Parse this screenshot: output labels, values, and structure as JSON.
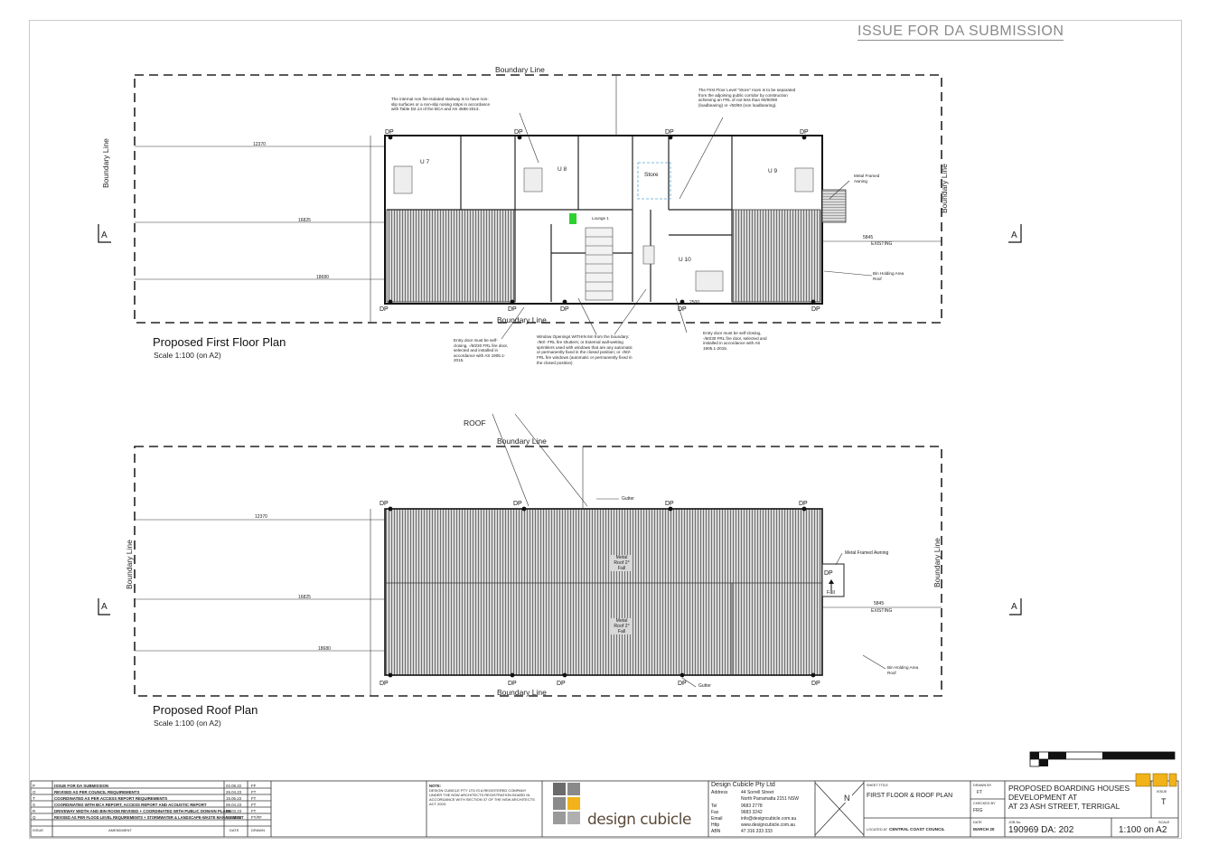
{
  "issue_stamp": "ISSUE FOR DA SUBMISSION",
  "first_floor": {
    "title": "Proposed First Floor Plan",
    "scale": "Scale 1:100 (on A2)",
    "boundary_top": "Boundary Line",
    "boundary_bottom": "Boundary Line",
    "boundary_left": "Boundary Line",
    "boundary_right": "Boundary Line",
    "section_marker": "A",
    "dims": [
      "12370",
      "16825",
      "18680",
      "2500",
      "5845",
      "EXISTING"
    ],
    "units": [
      "U 7",
      "U 8",
      "U 9",
      "U 10",
      "Store",
      "Lounge 1"
    ],
    "notes": {
      "stair": "The internal non fire-isolated stairway is to have non-slip surfaces or a non-slip nosing strips in accordance with Table D2.14 of the BCA and AS 4586-2013.",
      "store": "The First Floor Level \"Store\" room is to be separated from the adjoining public corridor by construction achieving an FRL of not less than 90/90/90 (loadbearing) or -/60/60 (non loadbearing).",
      "awning": "Metal Framed Awning",
      "bin": "Bin Holding Area Roof",
      "entry_left": "Entry door must be self-closing, -/60/30 FRL fire door, selected and installed in accordance with AS 1905.1-2015.",
      "windows": "Window Openings WITHIN 6m from the boundary: -/60/- FRL fire shutters; or External wall-wetting sprinklers used with windows that are any automatic or permanently fixed in the closed position; or -/60/- FRL fire windows (automatic or permanently fixed in the closed position)",
      "entry_right": "Entry door must be self-closing, -/60/30 FRL fire door, selected and installed in accordance with AS 1905.1-2015."
    }
  },
  "roof": {
    "title": "Proposed Roof Plan",
    "scale": "Scale 1:100 (on A2)",
    "boundary_top": "Boundary Line",
    "boundary_bottom": "Boundary Line",
    "boundary_left": "Boundary Line",
    "boundary_right": "Boundary Line",
    "roof_note": "ROOF",
    "metal_roof_upper": "Metal Roof 2° Fall",
    "metal_roof_lower": "Metal Roof 2° Fall",
    "gutter": "Gutter",
    "awning": "Metal Framed Awning",
    "bin": "Bin Holding Area Roof",
    "fall": "Fall",
    "dims": [
      "12370",
      "16825",
      "18680",
      "5845",
      "EXISTING"
    ]
  },
  "title_block": {
    "revisions": [
      {
        "rev": "P",
        "desc": "ISSUE FOR DA SUBMISSION",
        "date": "02.08.22",
        "by": "FF"
      },
      {
        "rev": "O",
        "desc": "REVISED AS PER COUNCIL REQUIREMENTS",
        "date": "26.04.23",
        "by": "FT"
      },
      {
        "rev": "T",
        "desc": "COORDINATED AS PER ACCESS REPORT REQUIREMENTS",
        "date": "15.06.23",
        "by": "FT"
      },
      {
        "rev": "S",
        "desc": "COORDINATED WITH BCA REPORT, ACCESS REPORT AND ACOUSTIC REPORT",
        "date": "06.04.23",
        "by": "FT"
      },
      {
        "rev": "R",
        "desc": "DRIVEWAY WIDTH AND BIN ROOM REVISED + COORDINATED WITH PUBLIC DOMAIN PLANS",
        "date": "09.03.23",
        "by": "FT"
      },
      {
        "rev": "Q",
        "desc": "REVISED AS PER FLOOD LEVEL REQUIREMENTS + STORMWATER & LANDSCAPE-WASTE MANAGEMENT",
        "date": "03.12.22",
        "by": "FT/FF"
      }
    ],
    "rev_headers": [
      "ISSUE",
      "AMENDMENT",
      "DATE",
      "DRAWN"
    ],
    "note_label": "NOTE:",
    "note_text": "DESIGN CUBICLE PTY LTD IS A REGISTERED COMPANY UNDER THE NSW ARCHITECTS REGISTRATION BOARD IN ACCORDANCE WITH SECTION 37 OF THE NSW ARCHITECTS ACT 2003.",
    "logo_text": "design cubicle",
    "company": "Design Cubicle Pty Ltd",
    "address_label": "Address",
    "address": "44 Sorrell Street",
    "suburb": "North Parramatta 2151 NSW",
    "tel_label": "Tel",
    "tel": "9683 2778",
    "fax_label": "Fax",
    "fax": "9683 3242",
    "email_label": "Email",
    "email": "info@designcubicle.com.au",
    "http_label": "Http",
    "http": "www.designcubicle.com.au",
    "abn_label": "ABN",
    "abn": "47 316 333 333",
    "north": "N",
    "sheet_label": "SHEET TITLE",
    "sheet_title": "FIRST FLOOR & ROOF PLAN",
    "council_label": "LOCATED AT",
    "council": "CENTRAL COAST COUNCIL",
    "drawn_label": "DRAWN BY",
    "drawn": "FT",
    "checked_label": "CHECKED BY",
    "checked": "FRG",
    "date_label": "DATE",
    "date": "MARCH 20",
    "project_line1": "PROPOSED BOARDING HOUSES",
    "project_line2": "DEVELOPMENT AT",
    "project_line3": "AT 23 ASH STREET, TERRIGAL",
    "issue_label": "ISSUE",
    "issue": "T",
    "job_label": "JOB No.",
    "drawing_no": "190969 DA: 202",
    "scale_label": "SCALE",
    "scale": "1:100 on A2"
  }
}
